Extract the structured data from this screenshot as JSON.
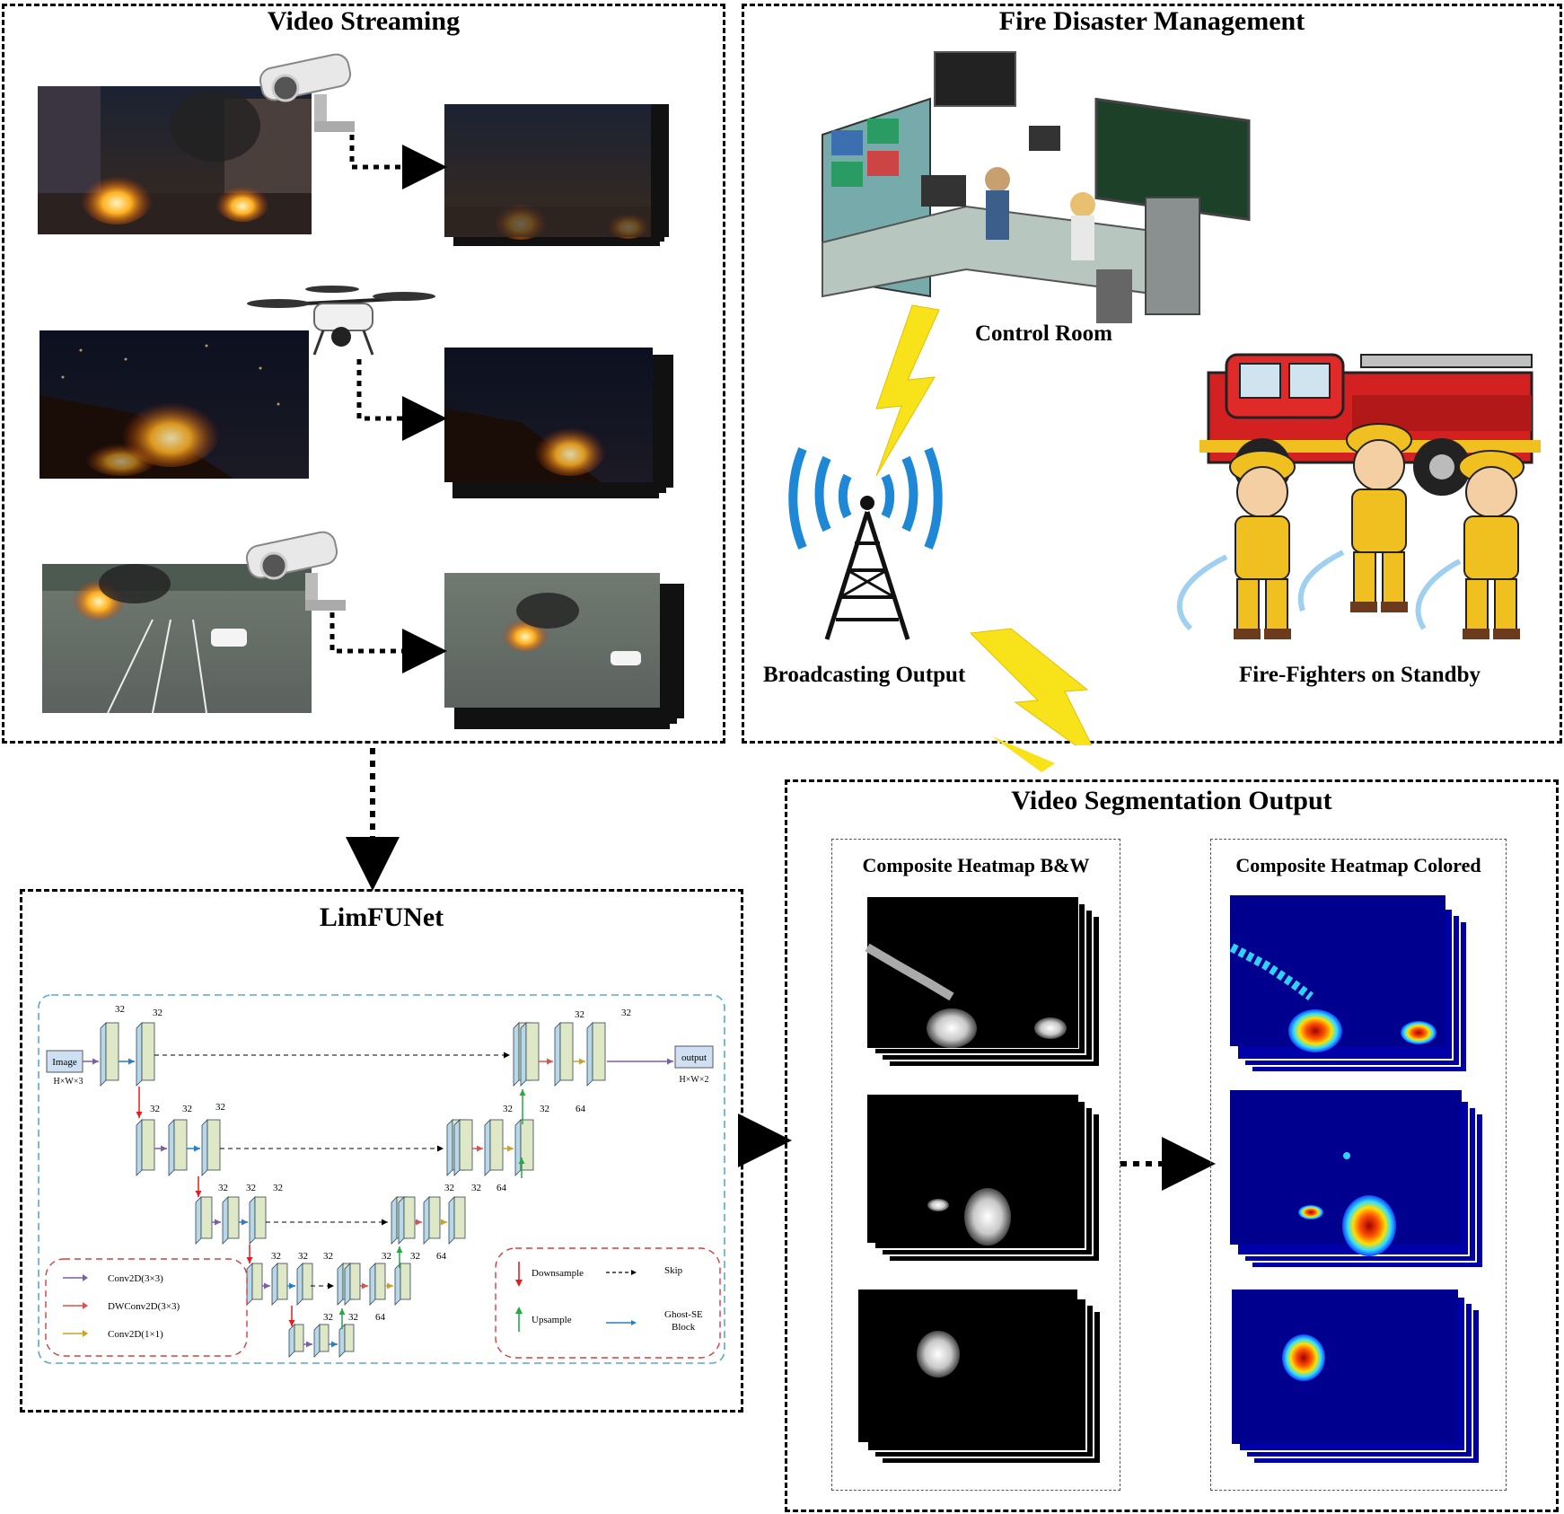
{
  "panels": {
    "video_streaming": {
      "title": "Video Streaming"
    },
    "fire_management": {
      "title": "Fire Disaster Management",
      "control_room": "Control Room",
      "broadcasting": "Broadcasting Output",
      "firefighters": "Fire-Fighters on Standby"
    },
    "limfunet": {
      "title": "LimFUNet"
    },
    "segmentation": {
      "title": "Video Segmentation Output",
      "bw_title": "Composite Heatmap B&W",
      "color_title": "Composite Heatmap Colored"
    }
  },
  "network": {
    "input_label": "Image",
    "input_dims": "H×W×3",
    "output_label": "output",
    "output_dims": "H×W×2",
    "channels": {
      "enc1_a": "32",
      "enc1_b": "32",
      "enc2_a": "32",
      "enc2_b": "32",
      "enc3_a": "32",
      "enc3_b": "32",
      "enc3_c": "32",
      "enc4_a": "32",
      "enc4_b": "32",
      "enc4_c": "32",
      "bottleneck_a": "32",
      "bottleneck_b": "32",
      "bottleneck_c": "32",
      "dec4_a": "64",
      "dec4_b": "32",
      "dec4_c": "32",
      "dec3_a": "64",
      "dec3_b": "32",
      "dec3_c": "32",
      "dec2_a": "64",
      "dec2_b": "32",
      "dec2_c": "32",
      "dec1_a": "64",
      "dec1_b": "32"
    },
    "legend_left": [
      {
        "label": "Conv2D(3×3)",
        "color": "#7b5ea7"
      },
      {
        "label": "DWConv2D(3×3)",
        "color": "#d9534f"
      },
      {
        "label": "Conv2D(1×1)",
        "color": "#c9a227"
      }
    ],
    "legend_right": {
      "downsample": "Downsample",
      "skip": "Skip",
      "upsample": "Upsample",
      "ghost_se_line1": "Ghost-SE",
      "ghost_se_line2": "Block"
    },
    "colors": {
      "block_fill": "#dfe8c6",
      "block_side": "#b8d8e8",
      "frame": "#5aa9c9",
      "downsample": "#e02020",
      "upsample": "#22aa44",
      "ghost": "#2a7fc0"
    }
  },
  "icons": [
    "cctv-camera-icon",
    "drone-icon",
    "radio-tower-icon",
    "lightning-icon",
    "fire-truck-icon",
    "firefighter-icon",
    "control-room-icon"
  ]
}
